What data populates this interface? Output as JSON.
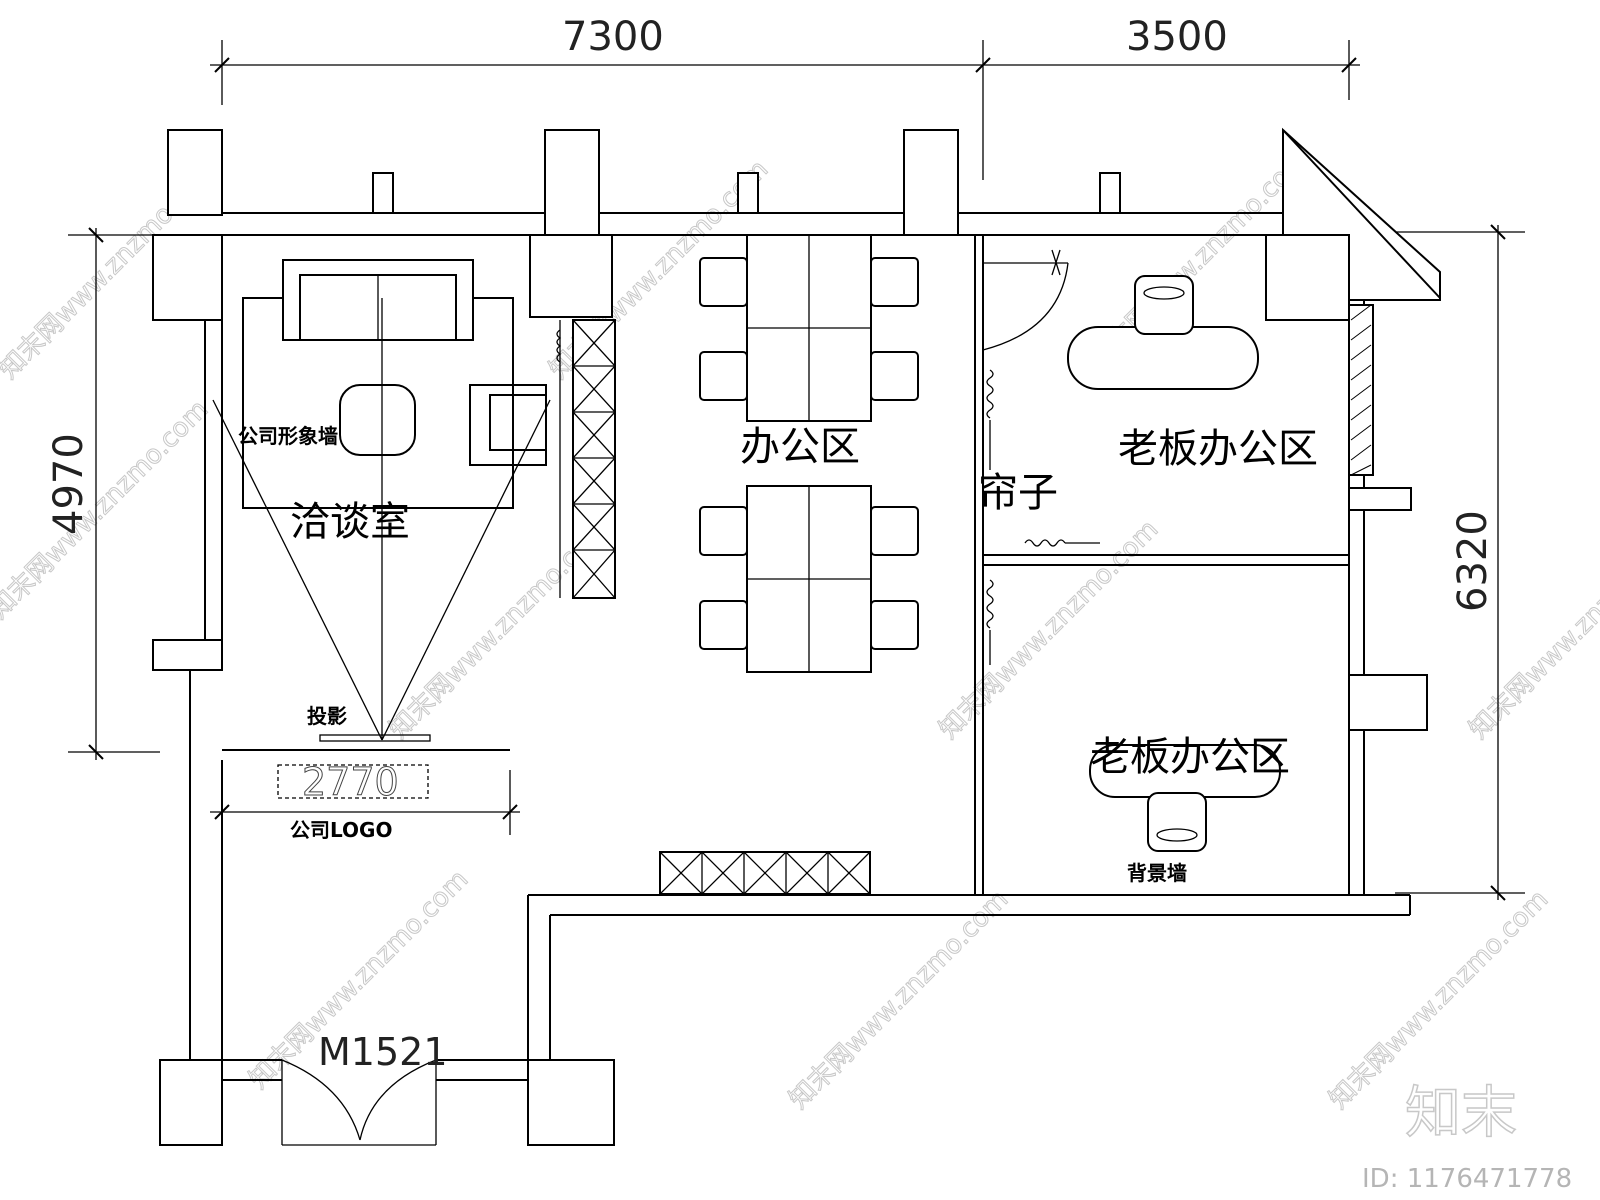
{
  "dimensions": {
    "top_left": "7300",
    "top_right": "3500",
    "left": "4970",
    "right": "6320",
    "bottom_logo": "2770"
  },
  "door_code": "M1521",
  "rooms": {
    "meeting_room": "洽谈室",
    "office_area": "办公区",
    "boss_office_1": "老板办公区",
    "boss_office_2": "老板办公区"
  },
  "labels": {
    "image_wall": "公司形象墙",
    "projection": "投影",
    "company_logo": "公司LOGO",
    "curtain": "帘子",
    "background_wall": "背景墙"
  },
  "watermark": {
    "text": "知末网www.znzmo.com",
    "brand": "知末",
    "image_id": "ID: 1176471778"
  }
}
